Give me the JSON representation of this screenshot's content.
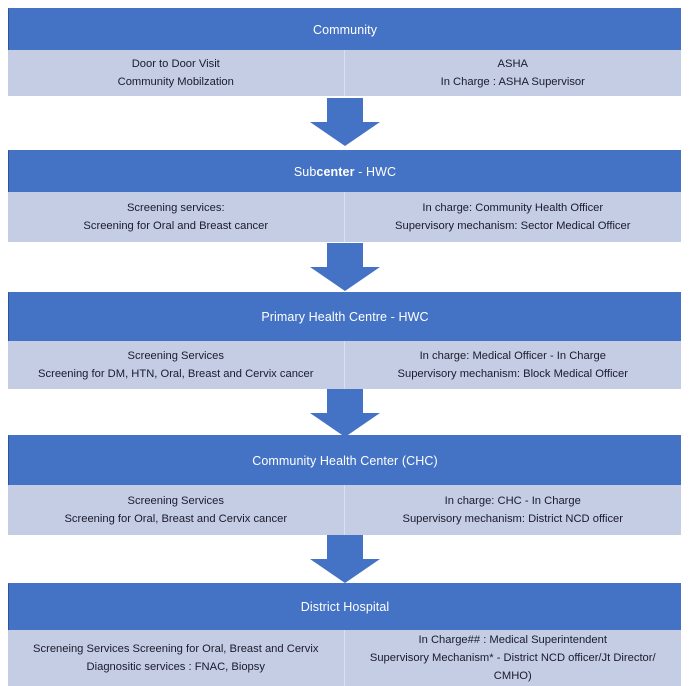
{
  "diagram": {
    "type": "vertical-flowchart",
    "orientation": "top-to-bottom",
    "colors": {
      "header_band": "#4472C4",
      "detail_band": "#C4CDE3",
      "header_text": "#FFFFFF",
      "detail_text": "#1A1A2E",
      "arrow": "#4472C4"
    },
    "arrow_icon_name": "down-arrow-icon",
    "arrow_count": 4
  },
  "levels": [
    {
      "id": "community",
      "title": "Community",
      "title_prefix": "",
      "title_bold": "",
      "title_suffix": "",
      "left": {
        "line1": "Door to Door Visit",
        "line2": "Community Mobilzation"
      },
      "right": {
        "line1": "ASHA",
        "line2": "In Charge : ASHA Supervisor"
      }
    },
    {
      "id": "subcenter-hwc",
      "title": "Subcenter - HWC",
      "title_prefix": "Sub",
      "title_bold": "center",
      "title_suffix": " - HWC",
      "left": {
        "line1": "Screening services:",
        "line2": "Screening for Oral and Breast cancer"
      },
      "right": {
        "line1": "In charge: Community Health Officer",
        "line2": "Supervisory mechanism:  Sector Medical Officer"
      }
    },
    {
      "id": "primary-health-centre-hwc",
      "title": "Primary Health Centre - HWC",
      "title_prefix": "",
      "title_bold": "",
      "title_suffix": "",
      "left": {
        "line1": "Screening Services",
        "line2": "Screening for DM, HTN, Oral, Breast and Cervix cancer"
      },
      "right": {
        "line1": "In charge:  Medical Officer - In Charge",
        "line2": "Supervisory mechanism: Block Medical Officer"
      }
    },
    {
      "id": "community-health-center-chc",
      "title": "Community Health Center (CHC)",
      "title_prefix": "",
      "title_bold": "",
      "title_suffix": "",
      "left": {
        "line1": "Screening Services",
        "line2": "Screening for Oral, Breast and Cervix cancer"
      },
      "right": {
        "line1": "In charge: CHC - In Charge",
        "line2": "Supervisory mechanism: District NCD officer"
      }
    },
    {
      "id": "district-hospital",
      "title": "District Hospital",
      "title_prefix": "",
      "title_bold": "",
      "title_suffix": "",
      "left": {
        "line1": "Screneing Services Screening for Oral, Breast and Cervix",
        "line2": "Diagnositic services : FNAC, Biopsy"
      },
      "right": {
        "line1": "In Charge## : Medical Superintendent",
        "line2": "Supervisory Mechanism* - District NCD officer/Jt Director/ CMHO)"
      }
    }
  ]
}
